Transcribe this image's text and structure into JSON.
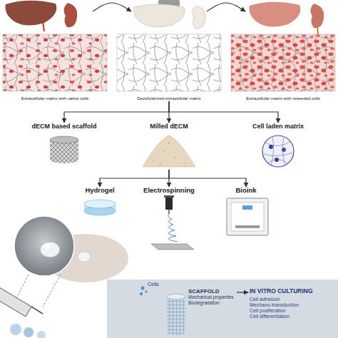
{
  "diagram": {
    "nodes": [
      {
        "text": [
          "Extracellular matrix with native cells"
        ]
      },
      {
        "text": [
          "Decellularized extracellular matrix"
        ]
      },
      {
        "text": [
          "Extracellular matrix with reseeded cells"
        ]
      },
      {
        "text": [
          "dECM based scaffold"
        ]
      },
      {
        "text": [
          "Milled dECM"
        ]
      },
      {
        "text": [
          "Cell laden matrix"
        ]
      },
      {
        "text": [
          "Hydrogel"
        ]
      },
      {
        "text": [
          "Electrospinning"
        ]
      },
      {
        "text": [
          "Bioink"
        ]
      },
      {
        "text": [
          "SCAFFOLD",
          "Mechanical properties",
          "Biodegradation"
        ]
      },
      {
        "text": [
          "IN VITRO CULTURING",
          "Cell adhesion",
          "Mechano-transduction",
          "Cell proliferation",
          "Cell differentiation"
        ]
      }
    ],
    "edges": [
      {
        "from": 0,
        "to": 1,
        "arrow": "to"
      },
      {
        "from": 1,
        "to": 2,
        "arrow": "to"
      },
      {
        "from": 1,
        "to": 3,
        "arrow": "to"
      },
      {
        "from": 1,
        "to": 4,
        "arrow": "to"
      },
      {
        "from": 1,
        "to": 5,
        "arrow": "to"
      },
      {
        "from": 4,
        "to": 6,
        "arrow": "to"
      },
      {
        "from": 4,
        "to": 7,
        "arrow": "to"
      },
      {
        "from": 4,
        "to": 8,
        "arrow": "to"
      },
      {
        "from": 9,
        "to": 10,
        "arrow": "to"
      }
    ],
    "labels": [
      "Cells"
    ]
  }
}
